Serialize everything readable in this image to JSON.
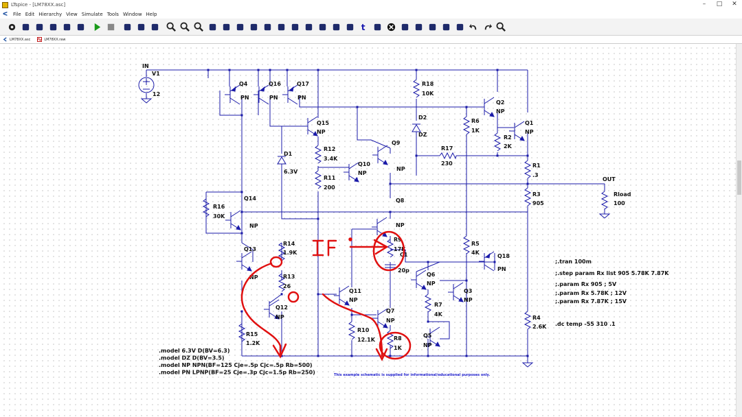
{
  "window": {
    "title": "LTspice - [LM78XX.asc]",
    "controls": [
      "–",
      "□",
      "✕"
    ]
  },
  "menu": {
    "items": [
      "File",
      "Edit",
      "Hierarchy",
      "View",
      "Simulate",
      "Tools",
      "Window",
      "Help"
    ]
  },
  "toolbar": {
    "icons": [
      "gear-icon",
      "save-as-icon",
      "open-icon",
      "save-icon",
      "print-icon",
      "settings-icon",
      "run-icon",
      "stop-icon",
      "tile-vertical-icon",
      "tile-horizontal-icon",
      "cascade-icon",
      "zoom-in-icon",
      "zoom-out-icon",
      "zoom-fit-icon",
      "zoom-back-icon",
      "autorange-icon",
      "wire-icon",
      "ground-icon",
      "label-icon",
      "resistor-icon",
      "capacitor-icon",
      "inductor-icon",
      "diode-icon",
      "component-icon",
      "spice-directive-icon",
      "text-icon",
      "move-icon",
      "delete-icon",
      "copy-icon",
      "drag-icon",
      "paste-icon",
      "rotate-icon",
      "mirror-icon",
      "undo-icon",
      "redo-icon",
      "find-icon"
    ]
  },
  "tabs": [
    {
      "label": "LM78XX.asc"
    },
    {
      "label": "LM78XX.raw"
    }
  ],
  "schematic": {
    "labels": {
      "IN": "IN",
      "OUT": "OUT",
      "V1": "V1",
      "V1_val": "12",
      "Q4": "Q4",
      "Q4_t": "PN",
      "Q16": "Q16",
      "Q16_t": "PN",
      "Q17": "Q17",
      "Q17_t": "PN",
      "R18": "R18",
      "R18_v": "10K",
      "Q2": "Q2",
      "Q2_t": "NP",
      "Q15": "Q15",
      "Q15_t": "NP",
      "D2": "D2",
      "D2_t": "DZ",
      "R6": "R6",
      "R6_v": "1K",
      "Q1": "Q1",
      "Q1_t": "NP",
      "R2": "R2",
      "R2_v": "2K",
      "D1": "D1",
      "D1_v": "6.3V",
      "R12": "R12",
      "R12_v": "3.4K",
      "Q9": "Q9",
      "Q9_t": "NP",
      "R17": "R17",
      "R17_v": "230",
      "Q10": "Q10",
      "Q10_t": "NP",
      "R1": "R1",
      "R1_v": ".3",
      "R11": "R11",
      "R11_v": "200",
      "R3": "R3",
      "R3_v": "905",
      "Rload": "Rload",
      "Rload_v": "100",
      "Q14": "Q14",
      "Q14_t": "NP",
      "Q8": "Q8",
      "Q8_t": "NP",
      "R16": "R16",
      "R16_v": "30K",
      "R9": "R9",
      "R9_v": "17K",
      "R5": "R5",
      "R5_v": "4K",
      "Q13": "Q13",
      "Q13_t": "NP",
      "R14": "R14",
      "R14_v": "1.9K",
      "C1": "C1",
      "C1_v": "20p",
      "Q18": "Q18",
      "Q18_t": "PN",
      "R13": "R13",
      "R13_v": "26",
      "Q6": "Q6",
      "Q6_t": "NP",
      "Q11": "Q11",
      "Q11_t": "NP",
      "Q3": "Q3",
      "Q3_t": "NP",
      "R7": "R7",
      "R7_v": "4K",
      "Q12": "Q12",
      "Q12_t": "NP",
      "Q7": "Q7",
      "Q7_t": "NP",
      "R4": "R4",
      "R4_v": "2.6K",
      "R15": "R15",
      "R15_v": "1.2K",
      "R10": "R10",
      "R10_v": "12.1K",
      "R8": "R8",
      "R8_v": "1K",
      "Q5": "Q5",
      "Q5_t": "NP"
    },
    "directives": [
      ";.tran 100m",
      ";.step param Rx list 905 5.78K 7.87K",
      ";.param Rx 905 ; 5V",
      ";.param Rx 5.78K ; 12V",
      ";.param Rx 7.87K ; 15V",
      ".dc temp -55 310 .1"
    ],
    "models": [
      ".model 6.3V D(BV=6.3)",
      ".model DZ D(BV=3.5)",
      ".model NP NPN(BF=125 Cje=.5p Cjc=.5p Rb=500)",
      ".model PN LPNP(BF=25 Cje=.3p Cjc=1.5p Rb=250)"
    ],
    "note": "This example schematic is supplied for informational/educational purposes only.",
    "annotation": {
      "text": "IF",
      "color": "#e01010"
    },
    "colors": {
      "wire": "#1a1aa8",
      "component": "#1a1aa8",
      "annotation": "#e01010",
      "note": "#2222cc"
    }
  }
}
